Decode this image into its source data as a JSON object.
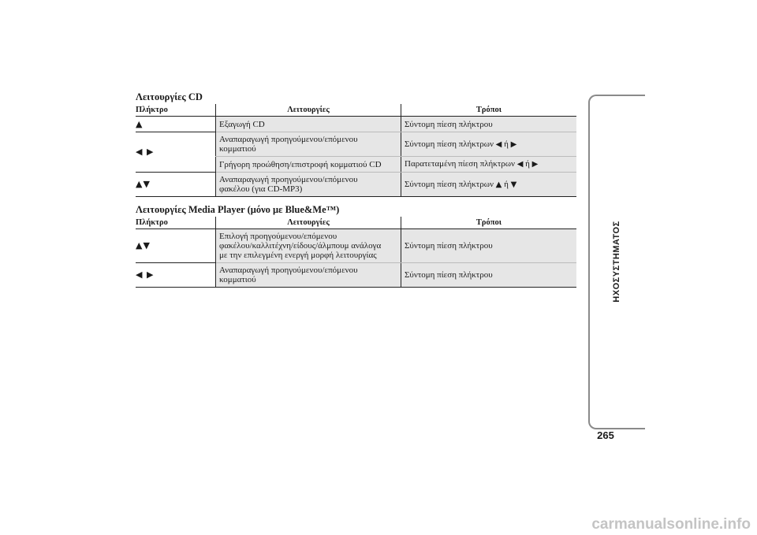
{
  "cd_section": {
    "title": "Λειτουργίες CD",
    "headers": {
      "key": "Πλήκτρο",
      "function": "Λειτουργίες",
      "mode": "Τρόποι"
    },
    "rows": [
      {
        "key": "▲",
        "function": "Εξαγωγή CD",
        "mode": "Σύντομη πίεση πλήκτρου"
      },
      {
        "key": "◀ ▶",
        "function_lines": [
          "Αναπαραγωγή προηγούμενου/επόμενου",
          "κομματιού"
        ],
        "mode_prefix": "Σύντομη πίεση πλήκτρων",
        "mode_a": "◀",
        "mode_or": "ή",
        "mode_b": "▶"
      },
      {
        "function": "Γρήγορη προώθηση/επιστροφή κομματιού CD",
        "mode_prefix": "Παρατεταμένη πίεση πλήκτρων",
        "mode_a": "◀",
        "mode_or": "ή",
        "mode_b": "▶"
      },
      {
        "key": "▲▼",
        "function_lines": [
          "Αναπαραγωγή προηγούμενου/επόμενου",
          "φακέλου (για CD-MP3)"
        ],
        "mode_prefix": "Σύντομη πίεση πλήκτρων",
        "mode_a": "▲",
        "mode_or": "ή",
        "mode_b": "▼"
      }
    ]
  },
  "media_section": {
    "title": "Λειτουργίες Media Player (μόνο με Blue&Me™)",
    "headers": {
      "key": "Πλήκτρο",
      "function": "Λειτουργίες",
      "mode": "Τρόποι"
    },
    "rows": [
      {
        "key": "▲▼",
        "function_lines": [
          "Επιλογή προηγούμενου/επόμενου",
          "φακέλου/καλλιτέχνη/είδους/άλμπουμ ανάλογα",
          "με την επιλεγμένη ενεργή μορφή λειτουργίας"
        ],
        "mode": "Σύντομη πίεση πλήκτρου"
      },
      {
        "key": "◀ ▶",
        "function_lines": [
          "Αναπαραγωγή προηγούμενου/επόμενου",
          "κομματιού"
        ],
        "mode": "Σύντομη πίεση πλήκτρου"
      }
    ]
  },
  "side_tab": {
    "label": "ΗΧΟΣΥΣΤΗΜΑΤΟΣ",
    "border_color": "#8a8a8a"
  },
  "page_number": "265",
  "watermark": "carmanualsonline.info"
}
